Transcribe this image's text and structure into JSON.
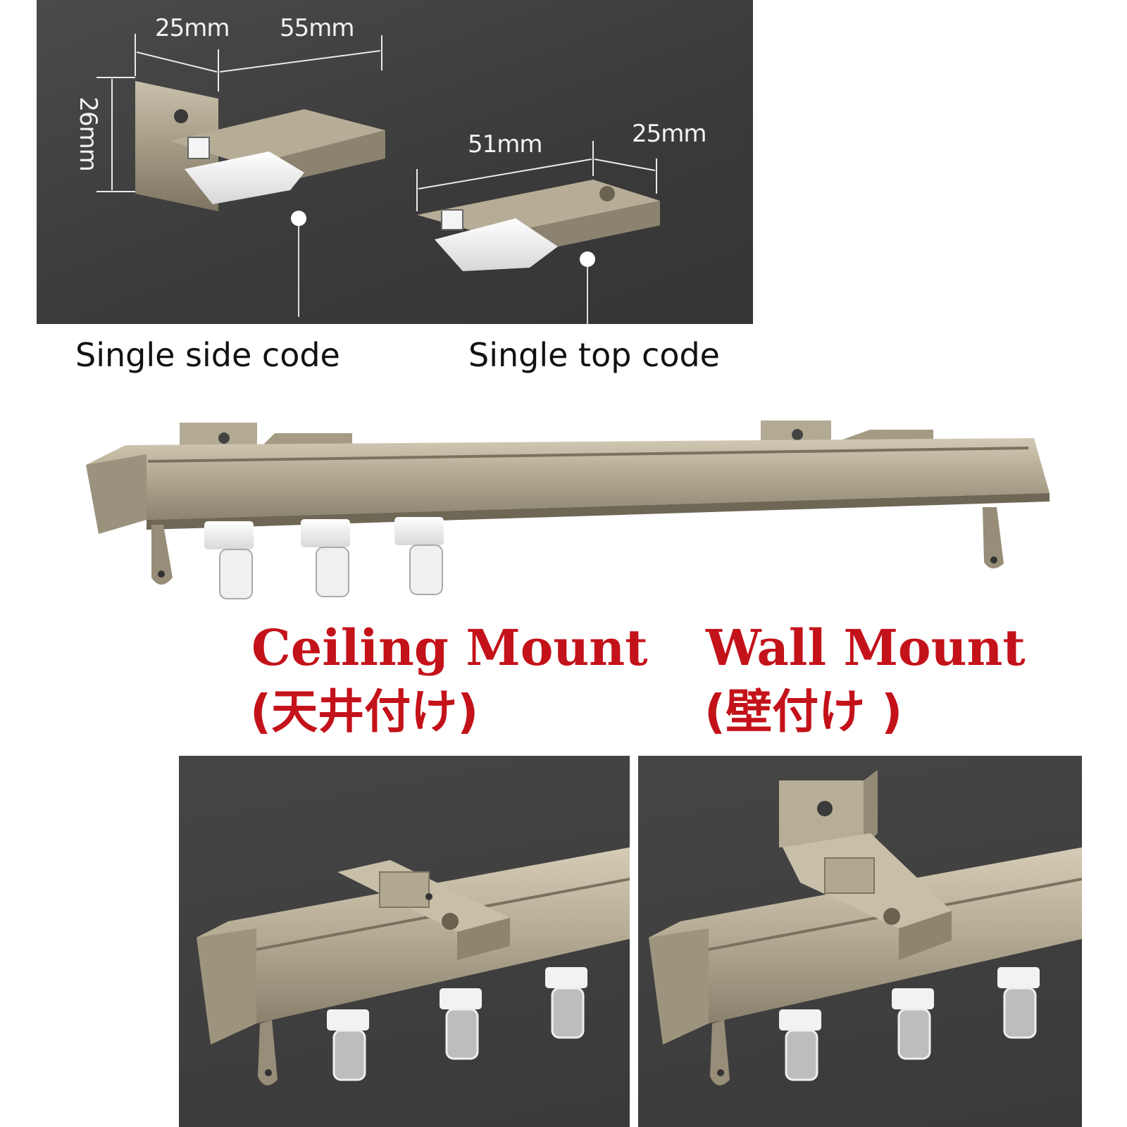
{
  "top_panel": {
    "dimensions": {
      "side_width_a": "25mm",
      "side_width_b": "55mm",
      "side_height": "26mm",
      "top_width_a": "51mm",
      "top_width_b": "25mm"
    }
  },
  "captions": {
    "single_side": "Single side code",
    "single_top": "Single top code"
  },
  "mounts": {
    "ceiling_title": "Ceiling Mount",
    "ceiling_sub": "(天井付け)",
    "wall_title": "Wall Mount",
    "wall_sub": "(壁付け )"
  },
  "colors": {
    "rail": "#a89e88",
    "accent_red": "#c4121a",
    "panel_bg": "#3d3d3d"
  }
}
